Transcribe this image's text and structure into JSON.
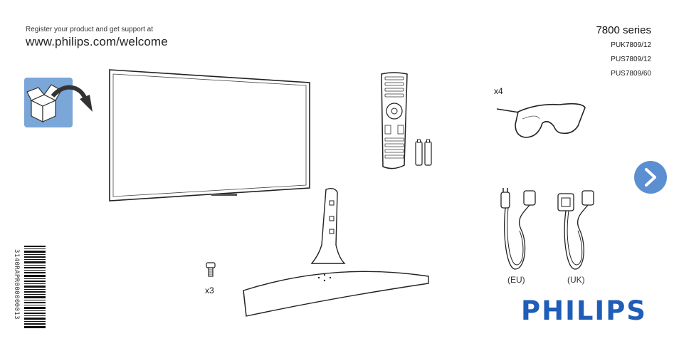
{
  "registration": {
    "line": "Register your product and get support at",
    "url": "www.philips.com/welcome"
  },
  "product": {
    "series": "7800 series",
    "models": [
      "PUK7809/12",
      "PUS7809/12",
      "PUS7809/60"
    ]
  },
  "contents": {
    "glasses_qty": "x4",
    "screws_qty": "x3",
    "plug_eu": "(EU)",
    "plug_uk": "(UK)"
  },
  "barcode": {
    "text": "3140RAPR000000013"
  },
  "brand": {
    "logo": "PHILIPS",
    "color": "#1f5db8"
  },
  "accent": {
    "unbox_icon_bg": "#7ba6d8",
    "next_button_bg": "#5b8fd1"
  },
  "icons": {
    "unbox": "unbox-icon",
    "next": "chevron-right-icon"
  }
}
